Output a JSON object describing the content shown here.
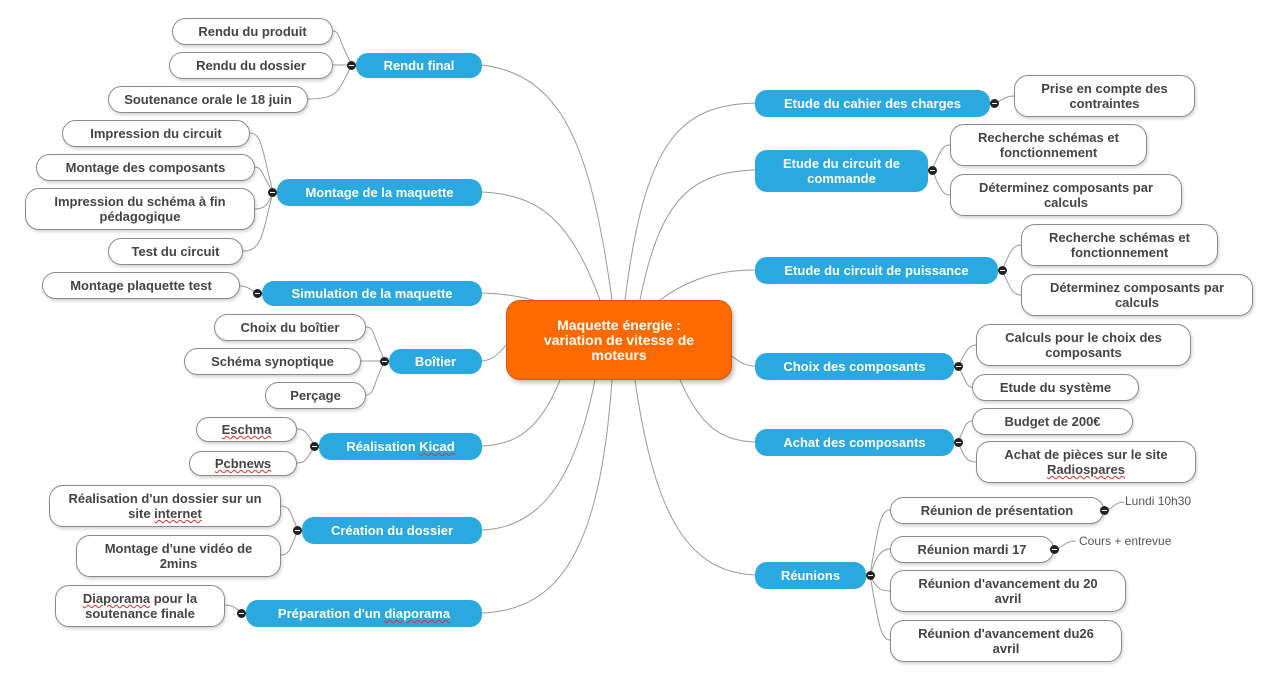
{
  "root": {
    "line1": "Maquette énergie :",
    "line2": "variation de vitesse de",
    "line3": "moteurs"
  },
  "left": [
    {
      "label": "Rendu final",
      "children": [
        "Rendu du produit",
        "Rendu du dossier",
        "Soutenance orale le 18 juin"
      ]
    },
    {
      "label": "Montage de la maquette",
      "children": [
        "Impression du circuit",
        "Montage des composants",
        "Impression du schéma à fin pédagogique",
        "Test du circuit"
      ]
    },
    {
      "label": "Simulation de la maquette",
      "children": [
        "Montage plaquette test"
      ]
    },
    {
      "label": "Boîtier",
      "children": [
        "Choix du boîtier",
        "Schéma synoptique",
        "Perçage"
      ]
    },
    {
      "label_pre": "Réalisation ",
      "label_sq": "Kicad",
      "children_sq": [
        "Eschma",
        "Pcbnews"
      ]
    },
    {
      "label": "Création du dossier",
      "child0_pre": "Réalisation d'un dossier sur un site ",
      "child0_sq": "internet",
      "children": [
        "",
        "Montage d'une vidéo de 2mins"
      ]
    },
    {
      "label_pre": "Préparation d'un ",
      "label_sq": "diaporama",
      "child0_sq": "Diaporama",
      "child0_post": " pour la soutenance finale"
    }
  ],
  "right": [
    {
      "label": "Etude du cahier des charges",
      "children": [
        "Prise en compte des contraintes"
      ]
    },
    {
      "label": "Etude du circuit de commande",
      "children": [
        "Recherche schémas et fonctionnement",
        "Déterminez composants par calculs"
      ]
    },
    {
      "label": "Etude du circuit de puissance",
      "children": [
        "Recherche schémas et fonctionnement",
        "Déterminez composants par calculs"
      ]
    },
    {
      "label": "Choix des composants",
      "children": [
        "Calculs pour le choix des composants",
        "Etude du système"
      ]
    },
    {
      "label": "Achat des composants",
      "children": [
        "Budget de 200€"
      ],
      "child1_pre": "Achat de pièces sur le site ",
      "child1_sq": "Radiospares"
    },
    {
      "label": "Réunions",
      "children": [
        "Réunion de présentation",
        "Réunion mardi 17",
        "Réunion d'avancement du 20 avril",
        "Réunion d'avancement du26 avril"
      ],
      "notes": [
        "Lundi 10h30",
        "Cours + entrevue"
      ]
    }
  ]
}
